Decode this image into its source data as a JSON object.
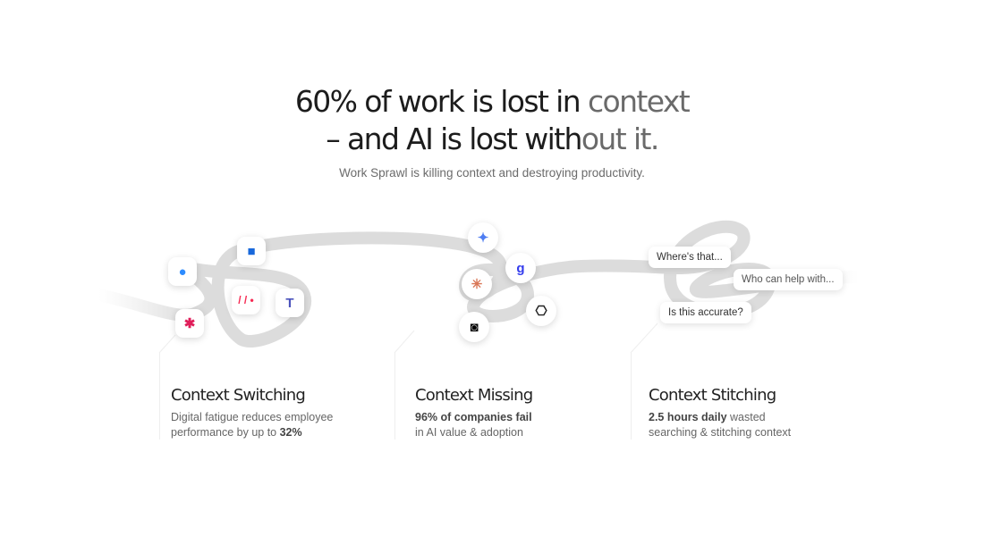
{
  "headline": {
    "line1_main": "60% of work is lost in ",
    "line1_fade": "context",
    "line2_main": "– and AI is lost with",
    "line2_fade": "out it."
  },
  "subtitle": "Work Sprawl is killing context and destroying productivity.",
  "switching_icons": [
    "zoom-icon",
    "jira-icon",
    "monday-icon",
    "teams-icon",
    "slack-icon"
  ],
  "missing_icons": [
    "gemini-icon",
    "glean-icon",
    "claude-icon",
    "openai-icon",
    "copilot-icon"
  ],
  "bubbles": [
    "Where's that...",
    "Who can help with...",
    "Is this accurate?"
  ],
  "cards": [
    {
      "title": "Context Switching",
      "line1": "Digital fatigue reduces employee",
      "line2_pre": "performance by up to ",
      "line2_bold": "32%"
    },
    {
      "title": "Context Missing",
      "line1_bold": "96% of companies fail",
      "line2": "in AI value & adoption"
    },
    {
      "title": "Context Stitching",
      "line1_bold": "2.5 hours daily",
      "line1_rest": " wasted",
      "line2": "searching & stitching context"
    }
  ]
}
